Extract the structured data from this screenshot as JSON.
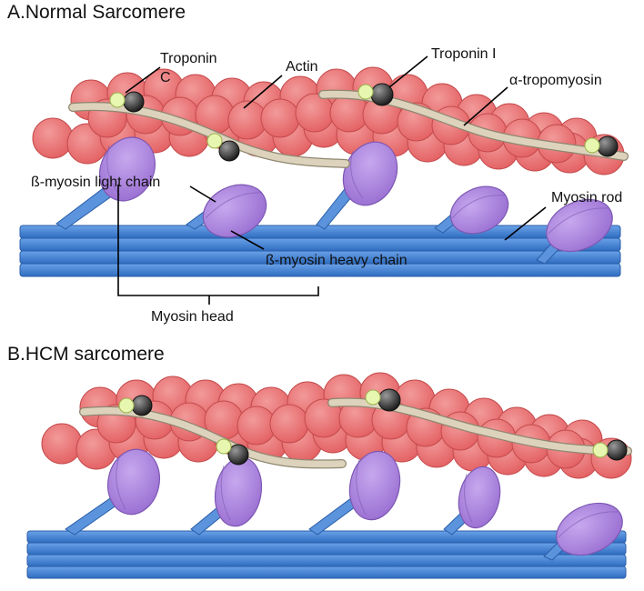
{
  "panels": {
    "normal": {
      "title": "A.Normal Sarcomere"
    },
    "hcm": {
      "title": "B.HCM sarcomere"
    }
  },
  "labels": {
    "troponin_c_line1": "Troponin",
    "troponin_c_line2": "C",
    "actin": "Actin",
    "troponin_i": "Troponin I",
    "tropomyosin": "α-tropomyosin",
    "light_chain": "ß-myosin light chain",
    "myosin_rod": "Myosin rod",
    "heavy_chain": "ß-myosin heavy chain",
    "myosin_head": "Myosin head"
  },
  "colors": {
    "actin_fill": "#e8696a",
    "actin_stroke": "#c44a4c",
    "tropomyosin": "#ddd3bd",
    "myosin_head": "#a77fd8",
    "myosin_rod": "#3f7fd1",
    "troponin_c": "#e8f7b0",
    "troponin_i": "#3a3a3a"
  }
}
